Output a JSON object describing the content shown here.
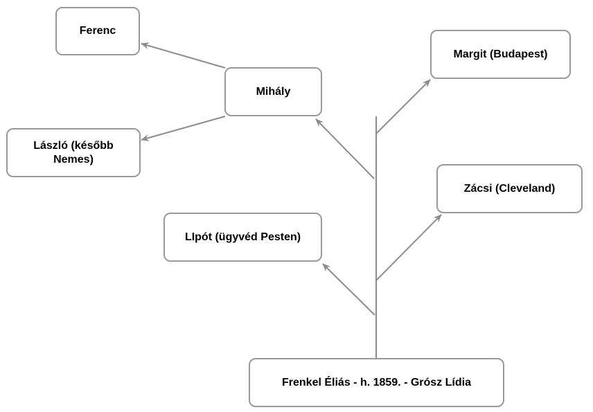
{
  "nodes": {
    "root": "Frenkel Éliás - h. 1859. - Grósz Lídia",
    "lipot": "LIpót (ügyvéd Pesten)",
    "mihaly": "Mihály",
    "zacsi": "Zácsi (Cleveland)",
    "margit": "Margit (Budapest)",
    "ferenc": "Ferenc",
    "laszlo": "László (később Nemes)"
  },
  "colors": {
    "edge": "#8c8c8c",
    "border": "#999999"
  }
}
